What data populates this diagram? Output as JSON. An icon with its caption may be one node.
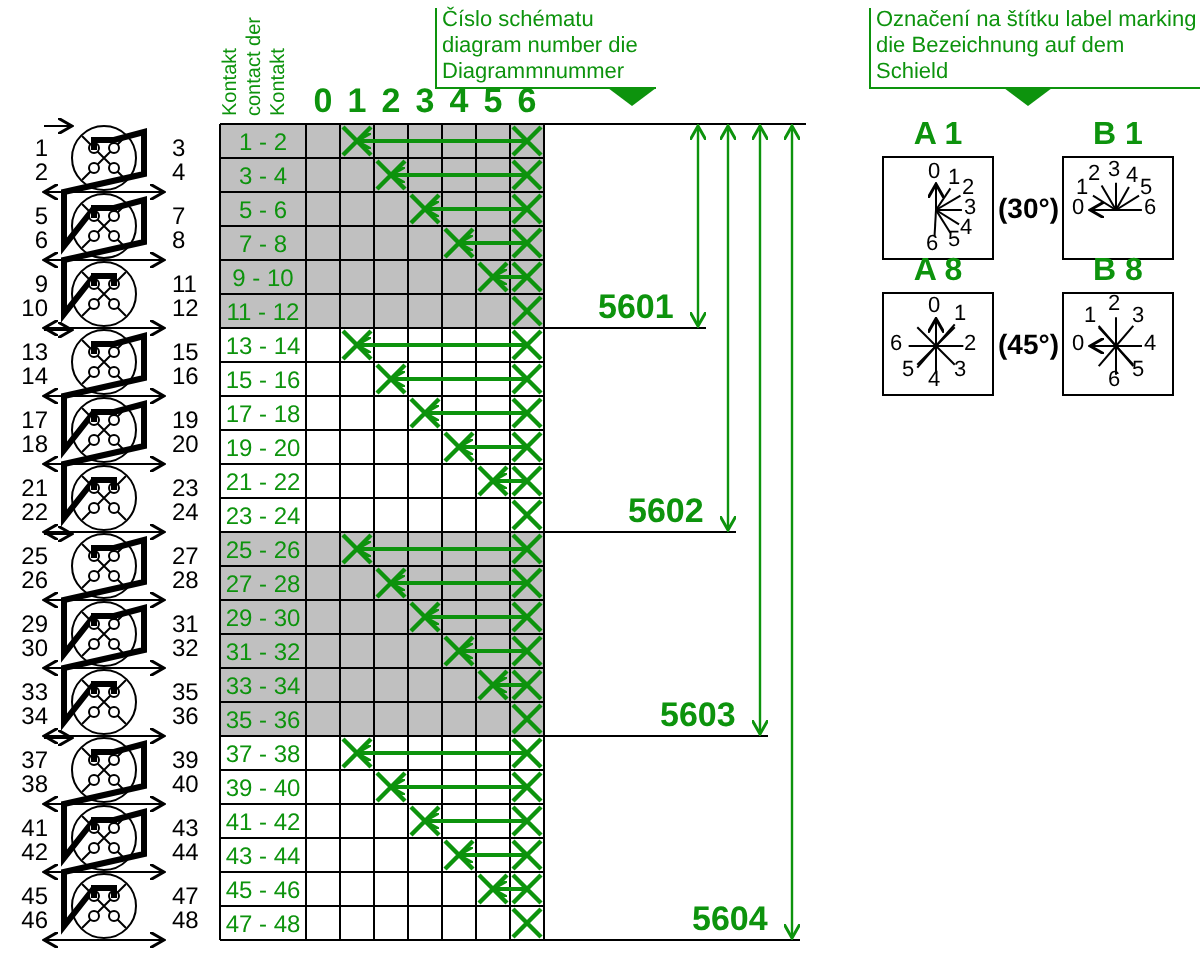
{
  "diagram": {
    "labels": [
      "Kontakt contact der Kontakt",
      "Číslo schématu diagram number die Diagrammnummer",
      "Označení na štítku label marking die Bezeichnung auf dem Schield",
      "0",
      "1",
      "2",
      "3",
      "4",
      "5",
      "6",
      "1 - 2",
      "3 - 4",
      "5 - 6",
      "7 - 8",
      "9 - 10",
      "11 - 12",
      "13 - 14",
      "15 - 16",
      "17 - 18",
      "19 - 20",
      "21 - 22",
      "23 - 24",
      "25 - 26",
      "27 - 28",
      "29 - 30",
      "31 - 32",
      "33 - 34",
      "35 - 36",
      "37 - 38",
      "39 - 40",
      "41 - 42",
      "43 - 44",
      "45 - 46",
      "47 - 48",
      "1",
      "3",
      "2",
      "4",
      "5",
      "7",
      "6",
      "8",
      "9",
      "11",
      "10",
      "12",
      "13",
      "15",
      "14",
      "16",
      "17",
      "19",
      "18",
      "20",
      "21",
      "23",
      "22",
      "24",
      "25",
      "27",
      "26",
      "28",
      "29",
      "31",
      "30",
      "32",
      "33",
      "35",
      "34",
      "36",
      "37",
      "39",
      "38",
      "40",
      "41",
      "43",
      "42",
      "44",
      "45",
      "47",
      "46",
      "48",
      "5601",
      "5602",
      "5603",
      "5604",
      "A 1",
      "0",
      "1",
      "2",
      "3",
      "4",
      "6",
      "5",
      "(30°)",
      "B 1",
      "0",
      "1",
      "2",
      "3",
      "4",
      "5",
      "6",
      "A 8",
      "0",
      "1",
      "2",
      "3",
      "4",
      "5",
      "6",
      "(45°)",
      "B 8",
      "0",
      "1",
      "2",
      "3",
      "4",
      "5",
      "6"
    ]
  }
}
